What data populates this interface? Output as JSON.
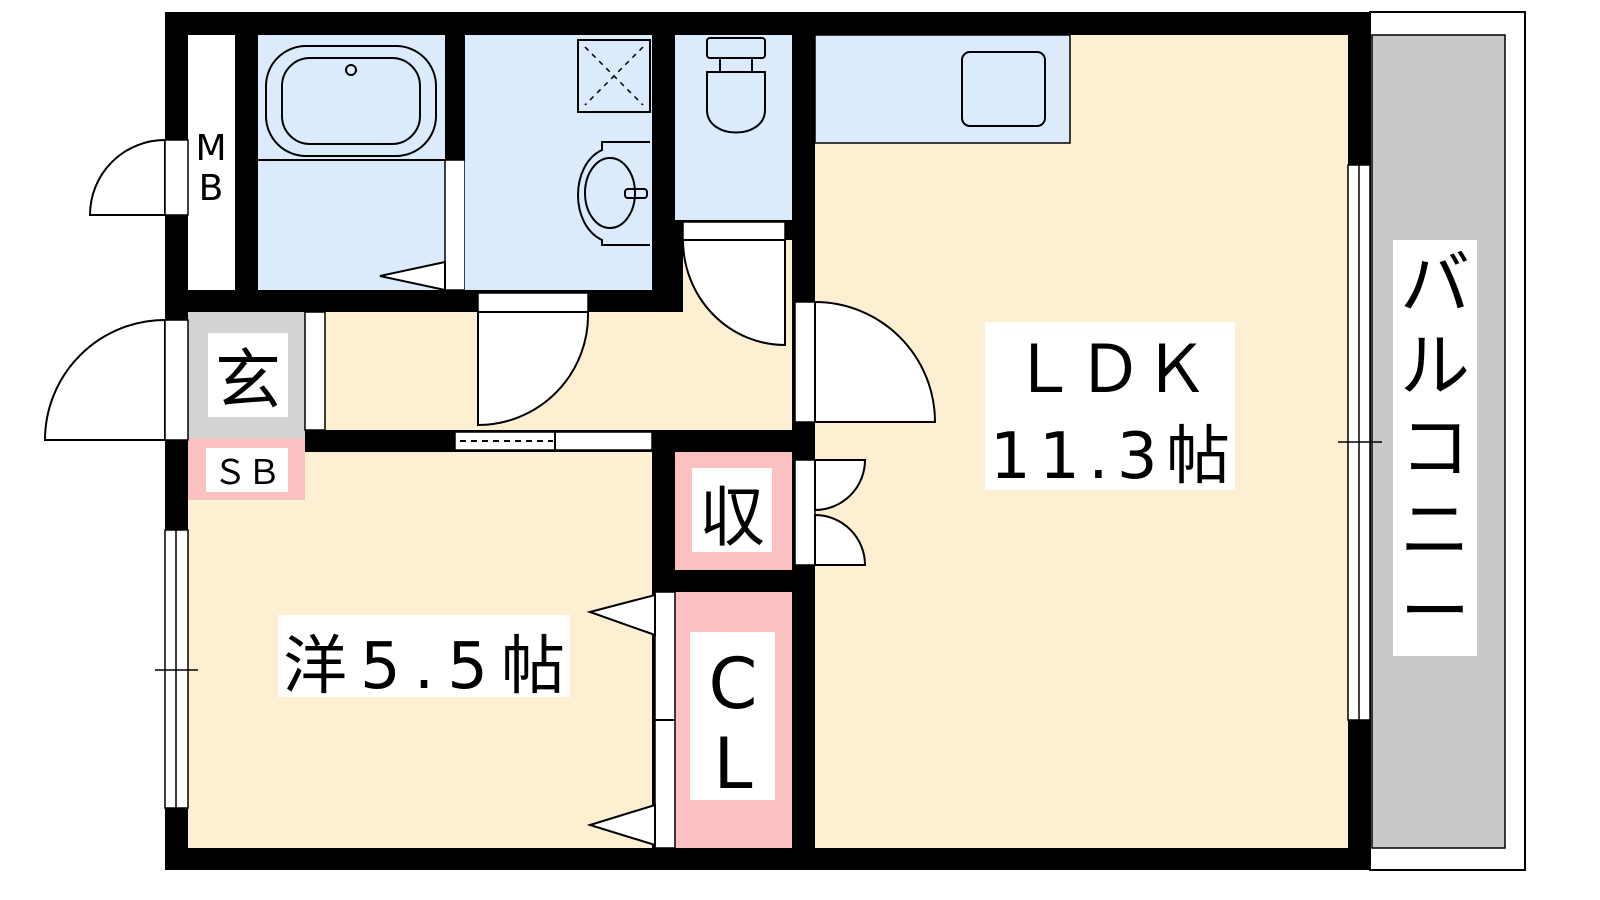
{
  "rooms": {
    "ldk_name": "ＬＤＫ",
    "ldk_size": "11.3帖",
    "western": "洋5.5帖",
    "storage": "収",
    "closet_c": "C",
    "closet_l": "L",
    "entrance": "玄",
    "shoe_box": "ＳＢ",
    "meter_box_m": "M",
    "meter_box_b": "B",
    "balcony": [
      "バ",
      "ル",
      "コ",
      "ニ",
      "ー"
    ]
  },
  "colors": {
    "wet_area": "#dcebfc",
    "floor": "#fdf0d2",
    "storage": "#fbc0c0",
    "entrance": "#d3d3d3",
    "balcony": "#c9c9c9"
  }
}
